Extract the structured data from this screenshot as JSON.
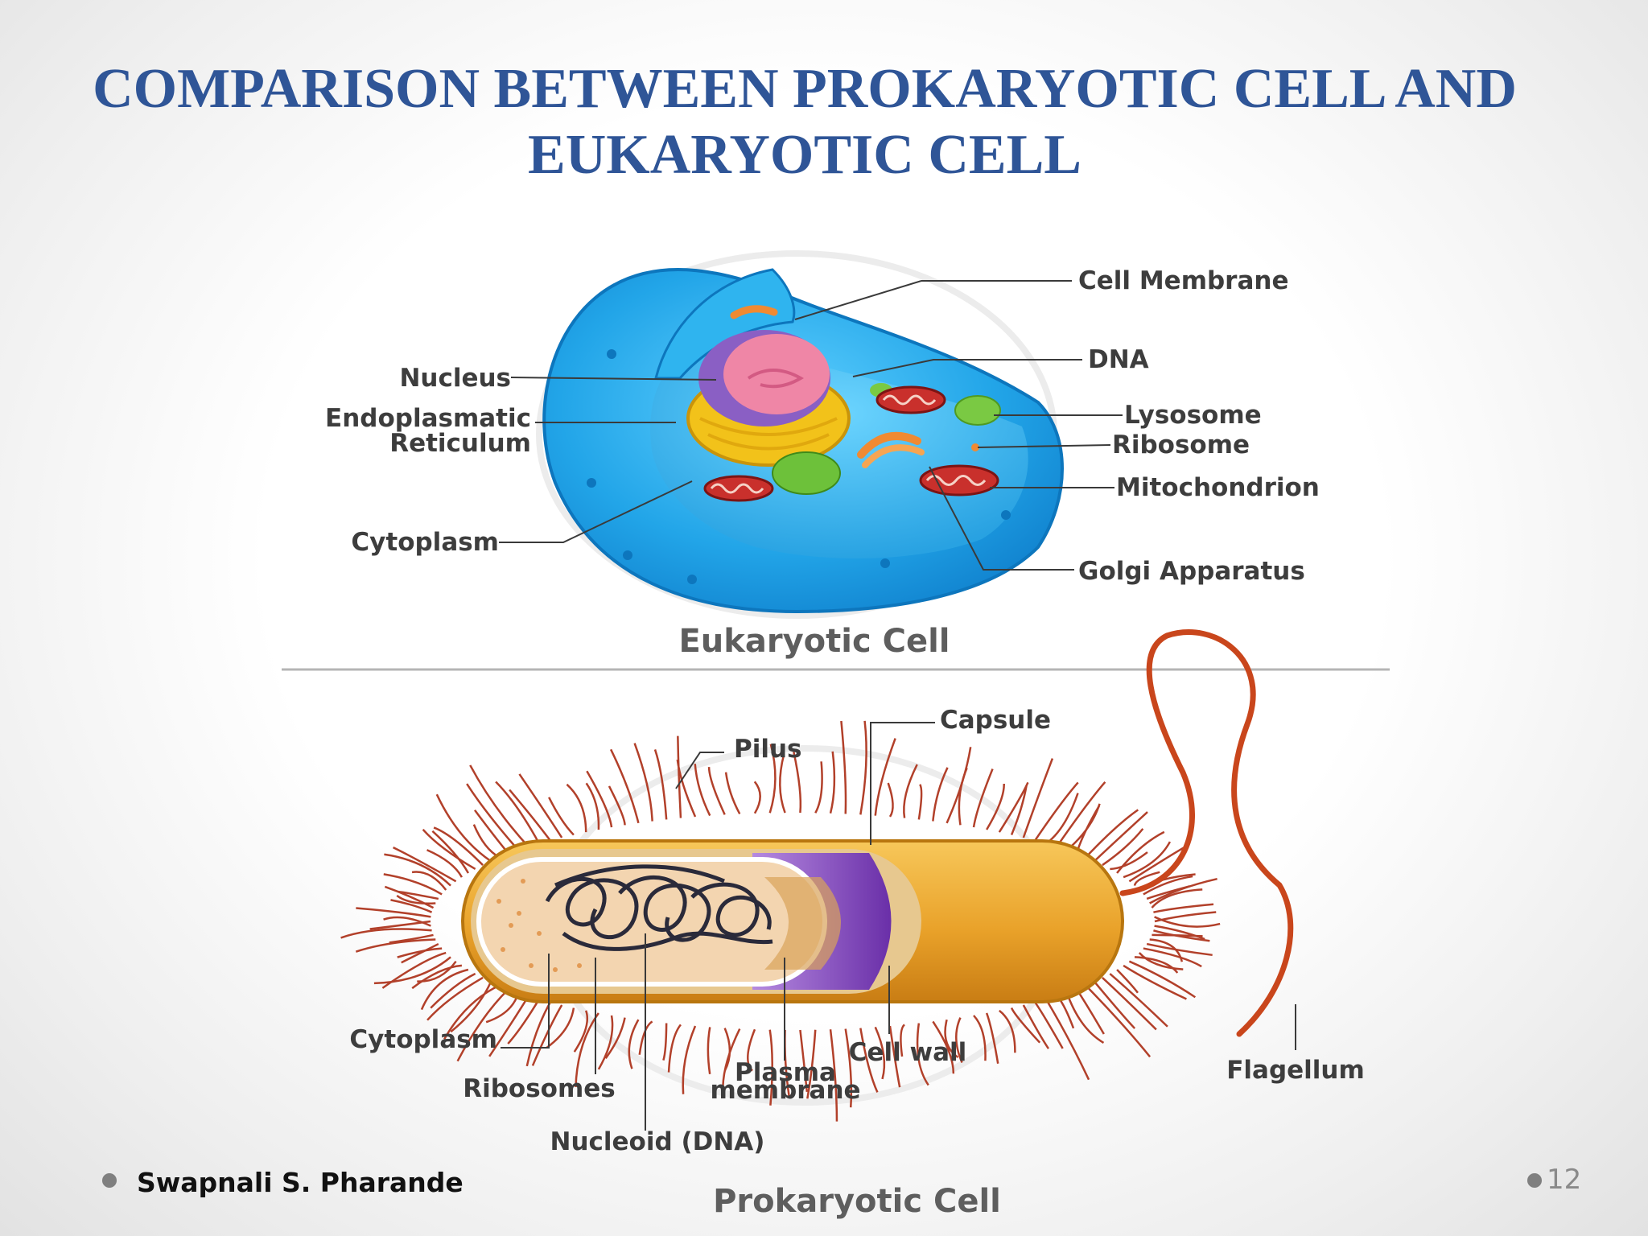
{
  "slide": {
    "title_line1": "COMPARISON BETWEEN PROKARYOTIC CELL  AND",
    "title_line2": "EUKARYOTIC CELL",
    "author": "Swapnali S. Pharande",
    "page_number": "12"
  },
  "eukaryotic": {
    "caption": "Eukaryotic Cell",
    "labels": {
      "cell_membrane": "Cell Membrane",
      "dna": "DNA",
      "lysosome": "Lysosome",
      "ribosome": "Ribosome",
      "mitochondrion": "Mitochondrion",
      "golgi": "Golgi Apparatus",
      "nucleus": "Nucleus",
      "er_line1": "Endoplasmatic",
      "er_line2": "Reticulum",
      "cytoplasm": "Cytoplasm"
    }
  },
  "prokaryotic": {
    "caption": "Prokaryotic Cell",
    "labels": {
      "capsule": "Capsule",
      "pilus": "Pilus",
      "cytoplasm": "Cytoplasm",
      "ribosomes": "Ribosomes",
      "nucleoid": "Nucleoid (DNA)",
      "plasma_line1": "Plasma",
      "plasma_line2": "membrane",
      "cell_wall": "Cell wall",
      "flagellum": "Flagellum"
    }
  },
  "colors": {
    "title": "#2f5597",
    "cell_blue": "#2aa8e6",
    "nucleus_pink": "#e8799a",
    "er_yellow": "#f2c21a",
    "capsule_orange": "#e8a321",
    "plasma_purple": "#8a4fc2",
    "pili_red": "#b2402a"
  }
}
